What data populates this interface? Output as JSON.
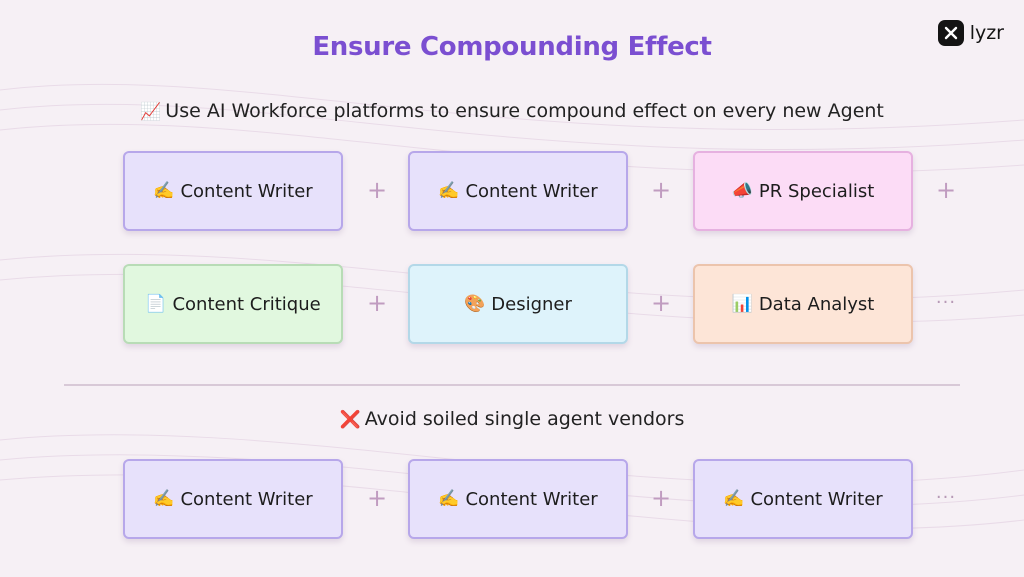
{
  "brand": {
    "name": "lyzr"
  },
  "title": "Ensure Compounding Effect",
  "section_good": {
    "icon": "📈",
    "text": "Use AI Workforce platforms to ensure compound effect on every new Agent"
  },
  "section_bad": {
    "icon": "❌",
    "text": "Avoid soiled single agent vendors"
  },
  "cards": {
    "r1c1": {
      "icon": "✍️",
      "label": "Content Writer"
    },
    "r1c2": {
      "icon": "✍️",
      "label": "Content Writer"
    },
    "r1c3": {
      "icon": "📣",
      "label": "PR Specialist"
    },
    "r2c1": {
      "icon": "📄",
      "label": "Content Critique"
    },
    "r2c2": {
      "icon": "🎨",
      "label": "Designer"
    },
    "r2c3": {
      "icon": "📊",
      "label": "Data Analyst"
    },
    "r3c1": {
      "icon": "✍️",
      "label": "Content Writer"
    },
    "r3c2": {
      "icon": "✍️",
      "label": "Content Writer"
    },
    "r3c3": {
      "icon": "✍️",
      "label": "Content Writer"
    }
  },
  "symbols": {
    "plus": "+",
    "more": "···"
  },
  "colors": {
    "title": "#7b4fd1",
    "violet": "#e7e1fb",
    "pink": "#fcdcf6",
    "green": "#e1f8df",
    "cyan": "#def3fb",
    "peach": "#fde5d7"
  }
}
